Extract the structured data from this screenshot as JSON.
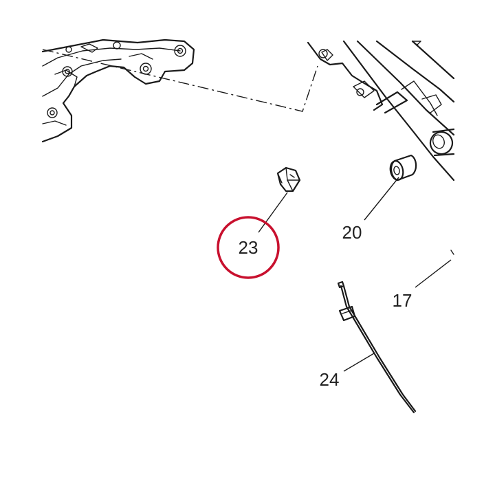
{
  "diagram": {
    "callouts": [
      {
        "id": "23",
        "label": "23",
        "highlighted": true
      },
      {
        "id": "20",
        "label": "20",
        "highlighted": false
      },
      {
        "id": "17",
        "label": "17",
        "highlighted": false
      },
      {
        "id": "24",
        "label": "24",
        "highlighted": false
      }
    ],
    "highlight_color": "#c8102e",
    "line_color": "#1a1a1a"
  }
}
